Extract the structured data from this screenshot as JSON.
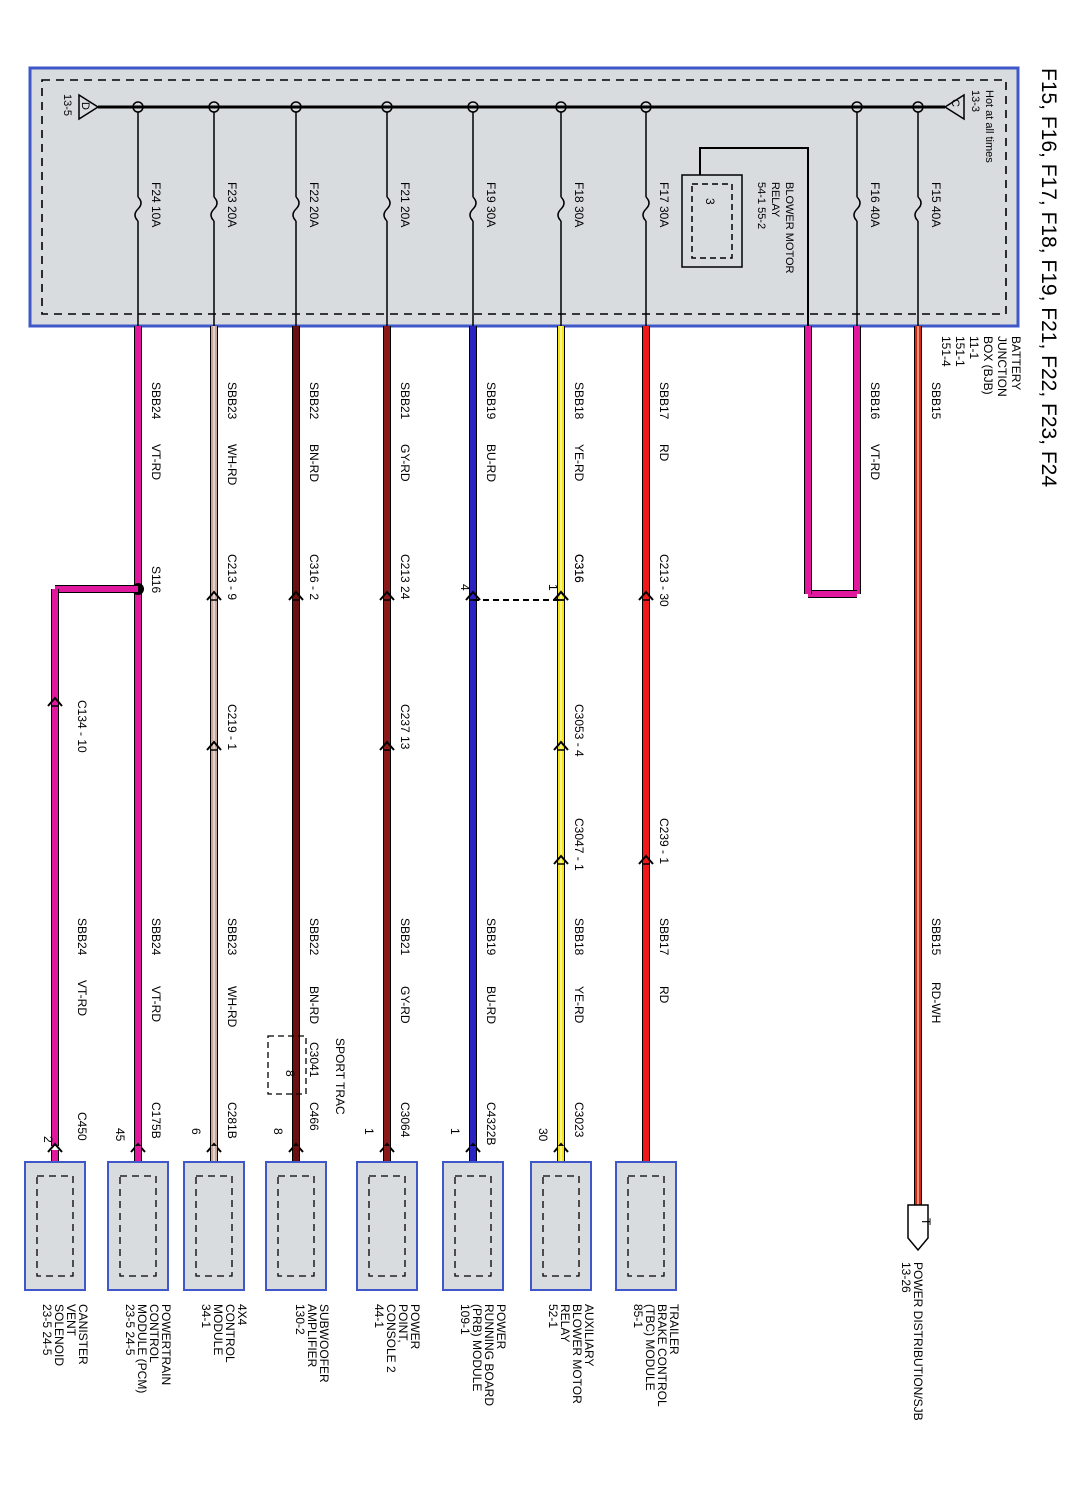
{
  "title": "F15, F16, F17, F18, F19, F21, F22, F23, F24",
  "bjb": {
    "hot_label_1": "Hot at all times",
    "hot_label_2": "13-3",
    "ref_c": "C",
    "ref_d": "D",
    "ref_d_page": "13-5",
    "name_lines": [
      "BATTERY",
      "JUNCTION",
      "BOX (BJB)",
      "11-1",
      "151-1",
      "151-4"
    ],
    "relay_lines": [
      "BLOWER MOTOR",
      "RELAY",
      "54-1   55-2"
    ],
    "relay_pin": "3"
  },
  "colors": {
    "box_fill": "#d9dcde",
    "box_border": "#3f57c9",
    "VT-RD": "#e0189e",
    "WH-RD": "#c7a79b",
    "BN-RD": "#6b0f0f",
    "GY-RD": "#8a1a1a",
    "BU-RD": "#2b22c4",
    "YE-RD": "#f5e71a",
    "RD": "#f01818",
    "RD-WH": "#d62a10"
  },
  "fuses": [
    {
      "id": "F15",
      "label": "F15  40A",
      "top_wire": "SBB15",
      "bottom_wire": "SBB15",
      "color_code": "RD-WH",
      "dest_lines": [
        "POWER DISTRIBUTION/SJB",
        "13-26"
      ],
      "dest_pin": "",
      "dest_conn": "",
      "dest_arrow": "T"
    },
    {
      "id": "F16",
      "label": "F16  40A",
      "top_wire": "SBB16",
      "color_code": "VT-RD"
    },
    {
      "id": "F17",
      "label": "F17  30A",
      "top_wire": "SBB17",
      "bottom_wire": "SBB17",
      "color_code": "RD",
      "conns": [
        "C213 - 30",
        "C239 - 1"
      ],
      "dest_lines": [
        "TRAILER",
        "BRAKE CONTROL",
        "(TBC) MODULE",
        "85-1"
      ],
      "dest_pin": "",
      "dest_conn": ""
    },
    {
      "id": "F18",
      "label": "F18  30A",
      "top_wire": "SBB18",
      "bottom_wire": "SBB18",
      "color_code": "YE-RD",
      "conns": [
        "C316",
        "C3053 - 4",
        "C3047 - 1"
      ],
      "c316_pin": "1",
      "dest_lines": [
        "AUXILIARY",
        "BLOWER MOTOR",
        "RELAY",
        "52-1"
      ],
      "dest_pin": "30",
      "dest_conn": "C3023"
    },
    {
      "id": "F19",
      "label": "F19  30A",
      "top_wire": "SBB19",
      "bottom_wire": "SBB19",
      "color_code": "BU-RD",
      "c316_pin": "4",
      "dest_lines": [
        "POWER",
        "RUNNING BOARD",
        "(PRB) MODULE",
        "109-1"
      ],
      "dest_pin": "1",
      "dest_conn": "C4322B"
    },
    {
      "id": "F21",
      "label": "F21  20A",
      "top_wire": "SBB21",
      "bottom_wire": "SBB21",
      "color_code": "GY-RD",
      "conns": [
        "C213  24",
        "C237  13"
      ],
      "dest_lines": [
        "POWER",
        "POINT,",
        "CONSOLE 2",
        "44-1"
      ],
      "dest_pin": "1",
      "dest_conn": "C3064"
    },
    {
      "id": "F22",
      "label": "F22  20A",
      "top_wire": "SBB22",
      "bottom_wire": "SBB22",
      "color_code": "BN-RD",
      "conns": [
        "C316 - 2"
      ],
      "sport_lines": [
        "SPORT TRAC",
        "C3041"
      ],
      "sport_pin": "8",
      "dest_lines": [
        "SUBWOOFER",
        "AMPLIFIER",
        "130-2"
      ],
      "dest_pin": "8",
      "dest_conn": "C466"
    },
    {
      "id": "F23",
      "label": "F23  20A",
      "top_wire": "SBB23",
      "bottom_wire": "SBB23",
      "color_code": "WH-RD",
      "conns": [
        "C213 - 9",
        "C219 - 1"
      ],
      "dest_lines": [
        "4X4",
        "CONTROL",
        "MODULE",
        "34-1"
      ],
      "dest_pin": "6",
      "dest_conn": "C281B"
    },
    {
      "id": "F24",
      "label": "F24  10A",
      "top_wire": "SBB24",
      "bottom_wire": "SBB24",
      "color_code": "VT-RD",
      "splice": "S116",
      "dest_lines": [
        "POWERTRAIN",
        "CONTROL",
        "MODULE (PCM)",
        "23-5   24-5"
      ],
      "dest_pin": "45",
      "dest_conn": "C175B"
    },
    {
      "id": "F24b",
      "bottom_wire": "SBB24",
      "color_code": "VT-RD",
      "conns": [
        "C134 - 10"
      ],
      "dest_lines": [
        "CANISTER",
        "VENT",
        "SOLENOID",
        "23-5   24-5"
      ],
      "dest_pin": "2",
      "dest_conn": "C450"
    }
  ]
}
